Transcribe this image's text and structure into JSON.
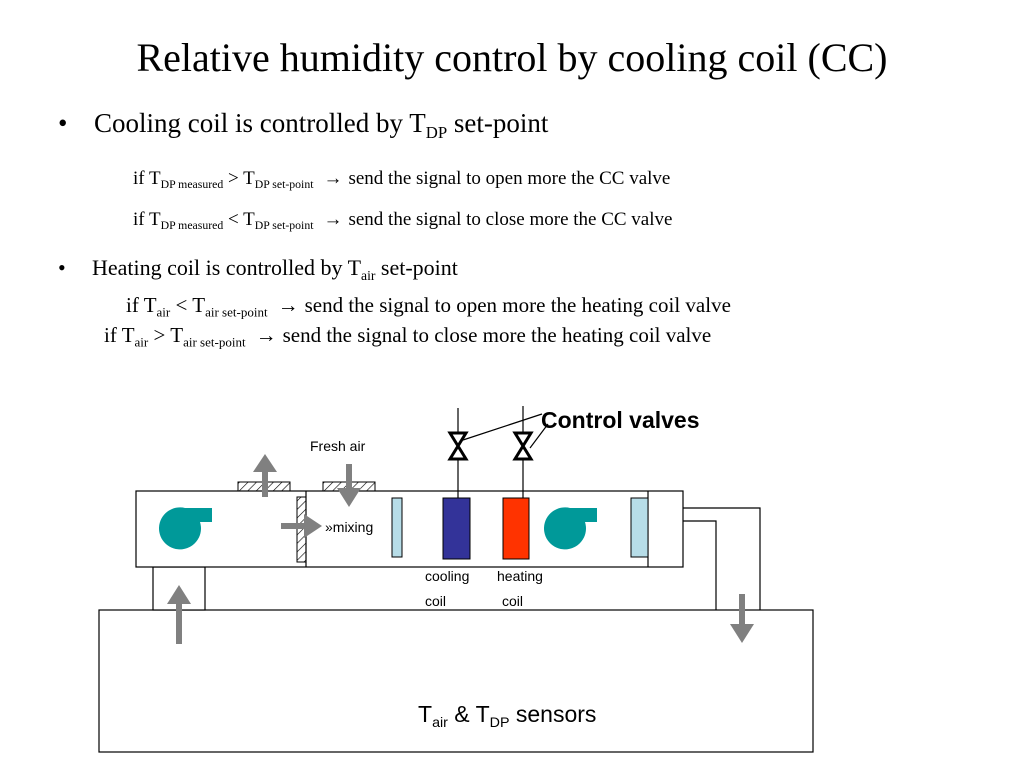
{
  "title": "Relative humidity control by cooling coil (CC)",
  "bullets": {
    "symbol": "•",
    "cc": {
      "text": "Cooling coil is controlled by T",
      "sub": "DP",
      "tail": " set-point"
    },
    "hc": {
      "text": "Heating coil is controlled by T",
      "sub": "air",
      "tail": " set-point"
    }
  },
  "cc_rules": [
    {
      "if": "if  T",
      "sub1": "DP measured",
      "op": " > T",
      "sub2": "DP set-point",
      "arrow": "→",
      "action": "send the signal to open more the CC valve"
    },
    {
      "if": "if  T",
      "sub1": "DP measured",
      "op": " < T",
      "sub2": "DP set-point",
      "arrow": "→",
      "action": "send the signal to close more the CC valve"
    }
  ],
  "hc_rules": [
    {
      "if": "if  T",
      "sub1": "air",
      "op": " < T",
      "sub2": "air set-point",
      "arrow": "→",
      "action": "send the signal to open more the heating coil valve"
    },
    {
      "if": "if  T",
      "sub1": "air",
      "op": " > T",
      "sub2": "air set-point",
      "arrow": "→",
      "action": "send the signal to close more the heating coil valve"
    }
  ],
  "diagram": {
    "control_valves": "Control valves",
    "fresh_air": "Fresh air",
    "mixing": "»mixing",
    "cooling_coil": [
      "cooling",
      "coil"
    ],
    "heating_coil": [
      "heating",
      "coil"
    ],
    "sensors": {
      "t1": "T",
      "sub1": "air",
      "amp": " & T",
      "sub2": "DP",
      "tail": " sensors"
    }
  },
  "colors": {
    "fan": "#009999",
    "cooling_coil": "#333399",
    "heating_coil": "#ff3300",
    "filter": "#b7dde8",
    "arrow": "#808080"
  }
}
